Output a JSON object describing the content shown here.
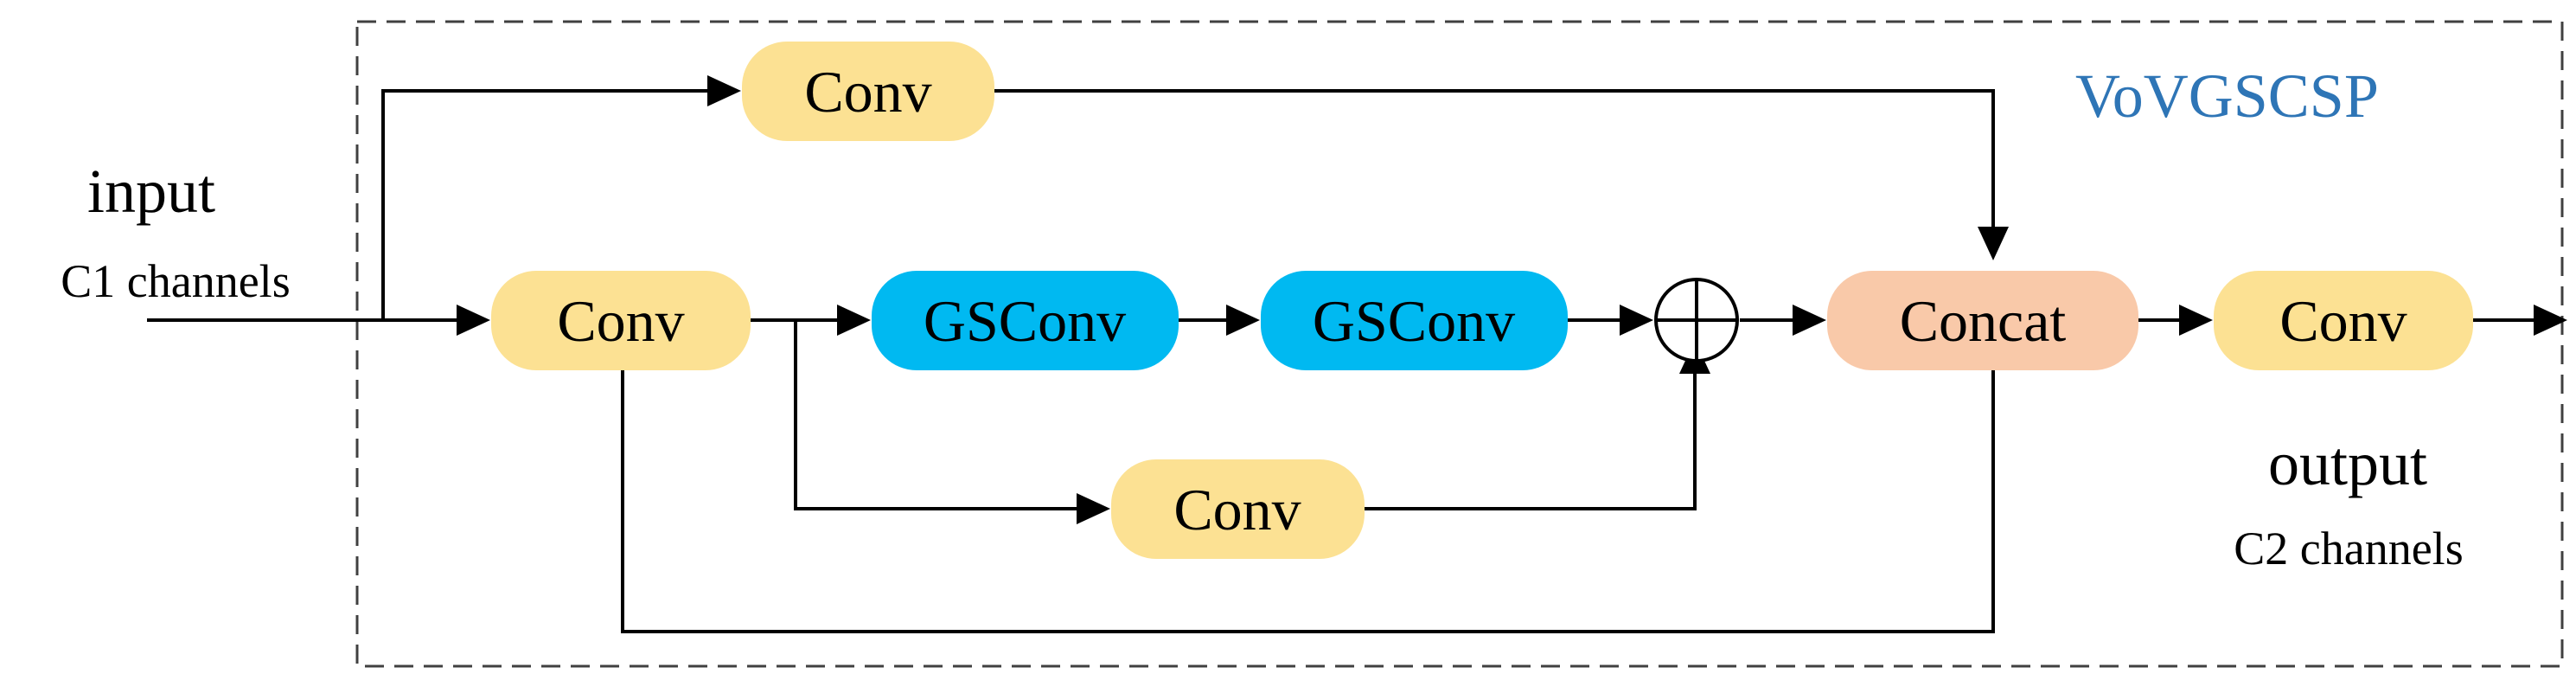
{
  "diagram": {
    "module_title": "VoVGSCSP",
    "input": {
      "title": "input",
      "subtitle": "C1 channels"
    },
    "output": {
      "title": "output",
      "subtitle": "C2 channels"
    },
    "nodes": {
      "conv_top": "Conv",
      "conv_first": "Conv",
      "gsconv_1": "GSConv",
      "gsconv_2": "GSConv",
      "conv_shortcut": "Conv",
      "concat": "Concat",
      "conv_out": "Conv"
    }
  },
  "colors": {
    "conv_fill": "#FCE193",
    "gsconv_fill": "#00B9F1",
    "concat_fill": "#F9C9A9",
    "title_color": "#2E75B6",
    "line_color": "#000000",
    "border_color": "#404040"
  }
}
